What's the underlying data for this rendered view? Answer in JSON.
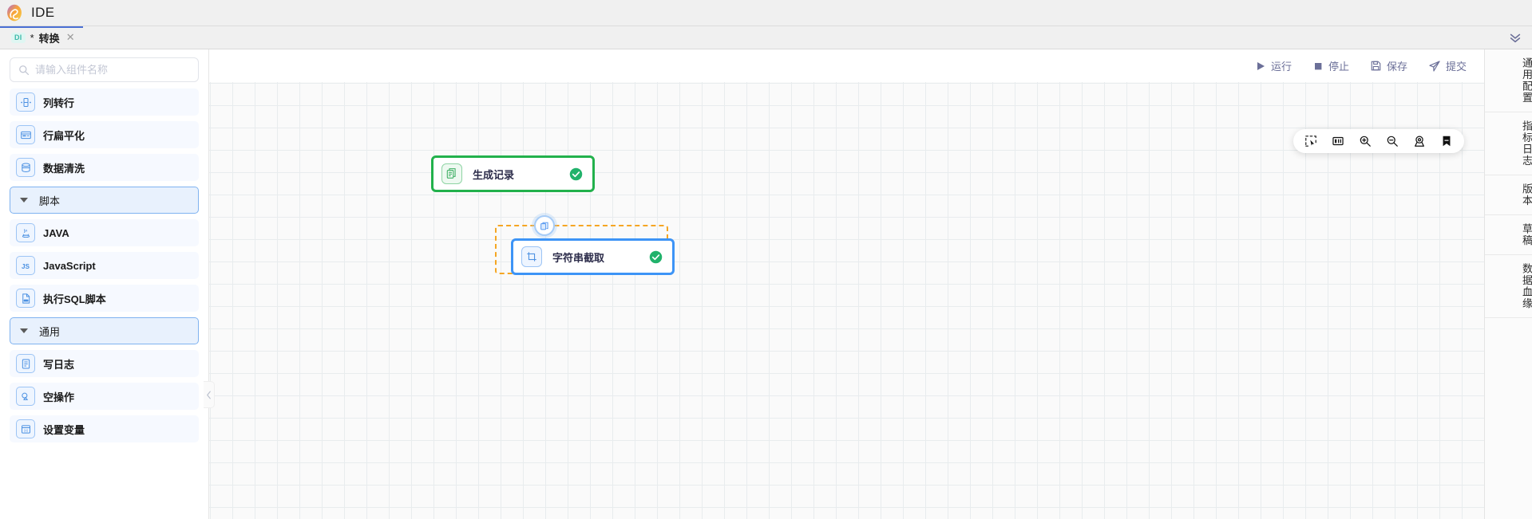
{
  "titlebar": {
    "app_title": "IDE",
    "logo_icon": "swirl-logo-icon"
  },
  "tabbar": {
    "tabs": [
      {
        "badge": "DI",
        "dirty": "*",
        "label": "转换",
        "close": "✕"
      }
    ],
    "more_icon": "chevron-double-down-icon"
  },
  "left_panel": {
    "search": {
      "placeholder": "请输入组件名称",
      "value": "",
      "icon": "search-icon"
    },
    "items": [
      {
        "type": "component",
        "label": "列转行",
        "icon": "column-to-row-icon"
      },
      {
        "type": "component",
        "label": "行扁平化",
        "icon": "row-flatten-icon"
      },
      {
        "type": "component",
        "label": "数据清洗",
        "icon": "database-clean-icon"
      },
      {
        "type": "group",
        "label": "脚本",
        "icon": "caret-down-icon"
      },
      {
        "type": "component",
        "label": "JAVA",
        "icon": "java-icon"
      },
      {
        "type": "component",
        "label": "JavaScript",
        "icon": "javascript-icon"
      },
      {
        "type": "component",
        "label": "执行SQL脚本",
        "icon": "sql-file-icon"
      },
      {
        "type": "group",
        "label": "通用",
        "icon": "caret-down-icon"
      },
      {
        "type": "component",
        "label": "写日志",
        "icon": "write-log-icon"
      },
      {
        "type": "component",
        "label": "空操作",
        "icon": "no-op-icon"
      },
      {
        "type": "component",
        "label": "设置变量",
        "icon": "set-variable-icon"
      }
    ],
    "collapse_icon": "chevron-left-icon"
  },
  "canvas_toolbar": {
    "buttons": [
      {
        "label": "运行",
        "icon": "play-icon"
      },
      {
        "label": "停止",
        "icon": "stop-icon"
      },
      {
        "label": "保存",
        "icon": "save-icon"
      },
      {
        "label": "提交",
        "icon": "send-icon"
      }
    ]
  },
  "canvas_tools": [
    {
      "icon": "marquee-select-icon"
    },
    {
      "icon": "layout-align-icon"
    },
    {
      "icon": "zoom-in-icon"
    },
    {
      "icon": "zoom-out-icon"
    },
    {
      "icon": "fit-view-icon"
    },
    {
      "icon": "bookmark-icon"
    }
  ],
  "canvas": {
    "nodes": [
      {
        "label": "生成记录",
        "icon": "generate-records-icon",
        "status": "success",
        "color": "#22b14c",
        "selected": false
      },
      {
        "label": "字符串截取",
        "icon": "substring-icon",
        "status": "success",
        "color": "#3d94f6",
        "selected": true
      }
    ],
    "edge_badge_icon": "copy-layers-icon",
    "selection_color": "#f5a623"
  },
  "right_rail": {
    "tabs": [
      {
        "label": "通用配置"
      },
      {
        "label": "指标日志"
      },
      {
        "label": "版本"
      },
      {
        "label": "草稿"
      },
      {
        "label": "数据血缘"
      }
    ]
  }
}
